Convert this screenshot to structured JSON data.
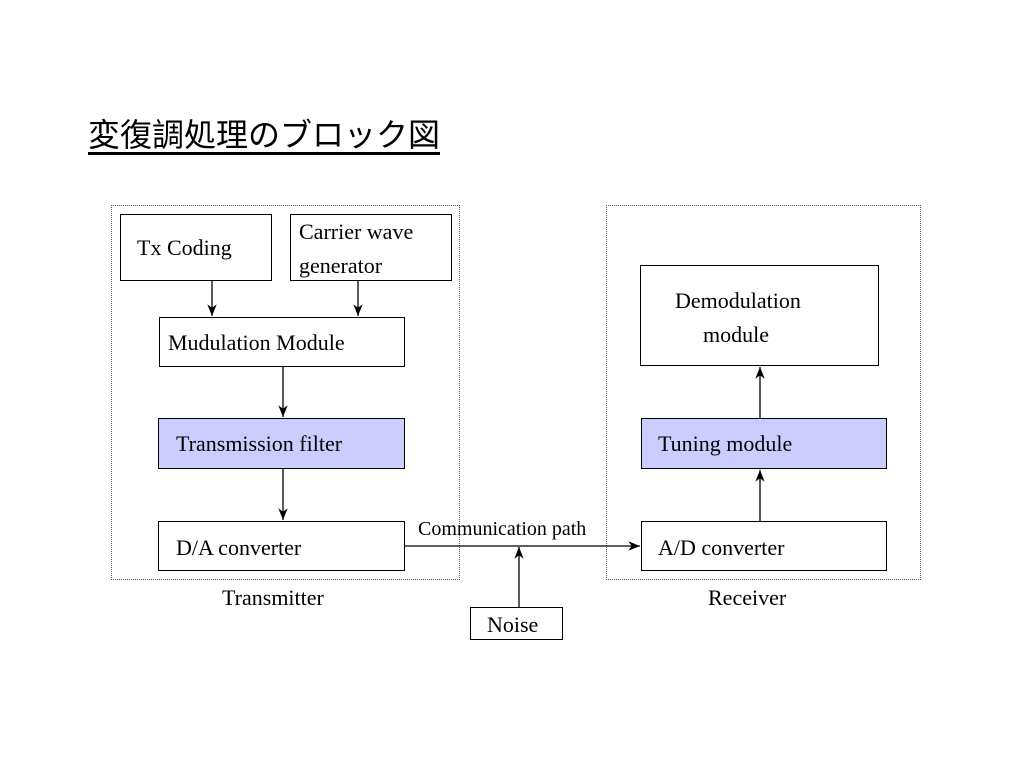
{
  "title": "変復調処理のブロック図",
  "transmitter": {
    "label": "Transmitter",
    "tx_coding": "Tx Coding",
    "carrier_line1": "Carrier wave",
    "carrier_line2": "generator",
    "modulation": "Mudulation Module",
    "filter": "Transmission filter",
    "da": "D/A converter"
  },
  "receiver": {
    "label": "Receiver",
    "demod_line1": "Demodulation",
    "demod_line2": "module",
    "tuning": "Tuning module",
    "ad": "A/D converter"
  },
  "channel": {
    "path_label": "Communication path",
    "noise": "Noise"
  },
  "colors": {
    "highlight": "#ccccff",
    "border": "#000000"
  }
}
